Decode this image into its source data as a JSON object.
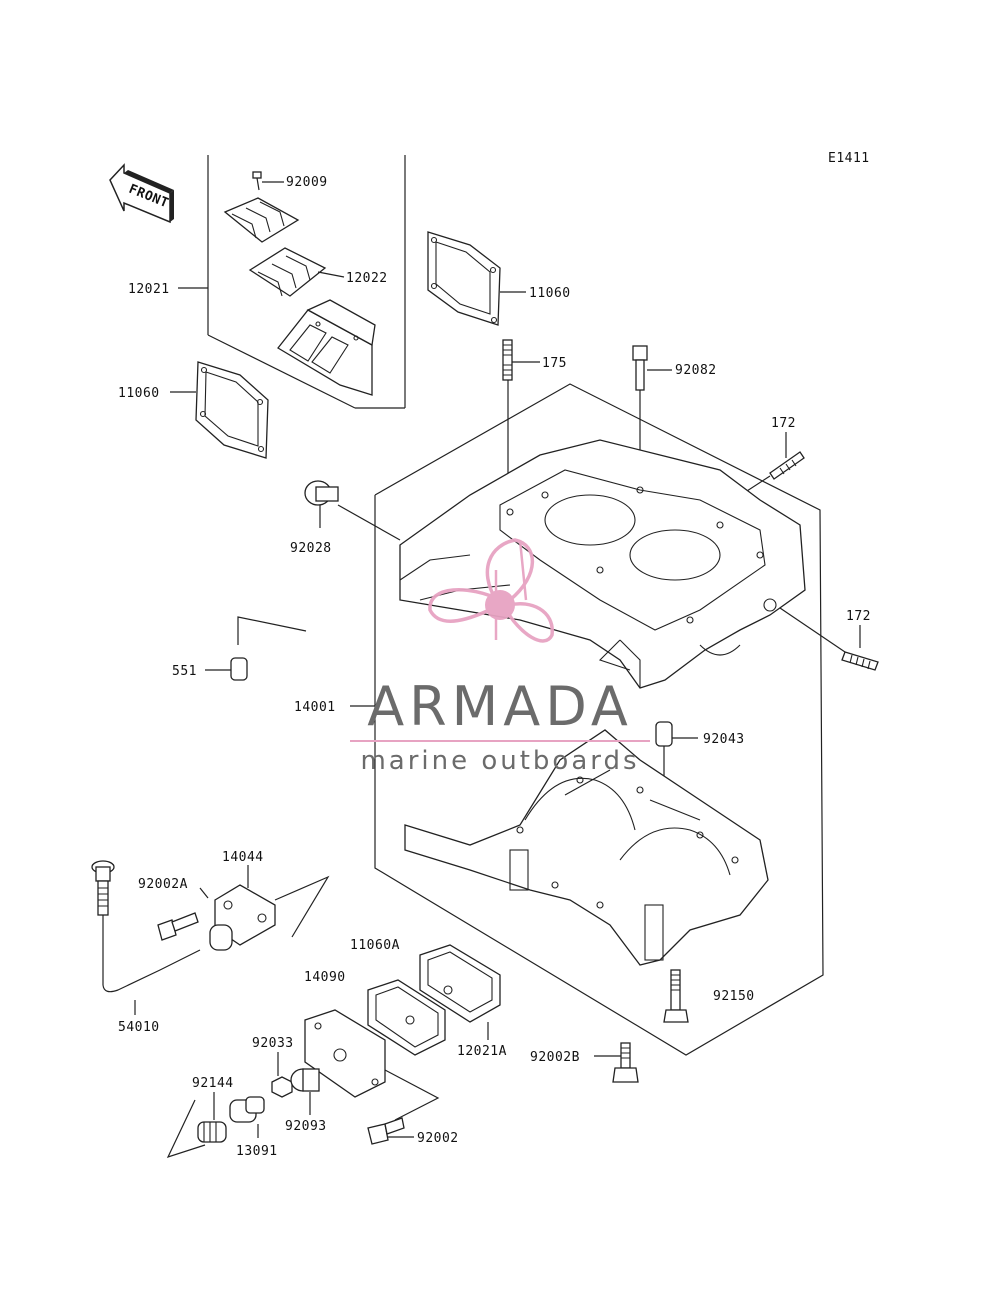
{
  "diagram_id": "E1411",
  "front_label": "FRONT",
  "parts": {
    "p92009": "92009",
    "p12022": "12022",
    "p12021": "12021",
    "p11060_top": "11060",
    "p11060_left": "11060",
    "p175": "175",
    "p92082": "92082",
    "p172_top": "172",
    "p172_right": "172",
    "p92028": "92028",
    "p551": "551",
    "p14001": "14001",
    "p92043": "92043",
    "p14044": "14044",
    "p92002A": "92002A",
    "p54010": "54010",
    "p11060A": "11060A",
    "p14090": "14090",
    "p92150": "92150",
    "p12021A": "12021A",
    "p92002B": "92002B",
    "p92033": "92033",
    "p92144": "92144",
    "p92093": "92093",
    "p13091": "13091",
    "p92002": "92002"
  },
  "watermark": {
    "brand": "ARMADA",
    "tagline": "marine outboards",
    "logo_color": "#e7a3c2",
    "text_color": "#6b6b6b"
  }
}
